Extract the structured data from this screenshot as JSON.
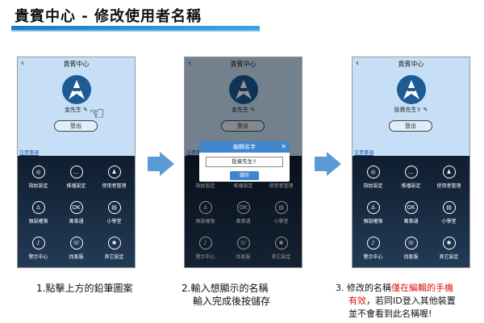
{
  "header": {
    "title": "貴賓中心 - 修改使用者名稱"
  },
  "screens": [
    {
      "title": "貴賓中心",
      "name": "金先生",
      "logout": "登出",
      "notice": "注意事項",
      "menu": [
        "指紋設定",
        "推播設定",
        "使用者管理",
        "預設權限",
        "萬事通",
        "小學堂",
        "警示中心",
        "找客服",
        "其它設定"
      ]
    },
    {
      "title": "貴賓中心",
      "name": "金先生",
      "logout": "登出",
      "notice": "注意事項",
      "dialog": {
        "title": "編輯名字",
        "value": "投資先生✌",
        "save": "儲存"
      },
      "menu": [
        "指紋設定",
        "推播設定",
        "使用者管理",
        "預設權限",
        "萬事通",
        "小學堂",
        "警示中心",
        "找客服",
        "其它設定"
      ]
    },
    {
      "title": "貴賓中心",
      "name": "投資先生✌",
      "logout": "登出",
      "notice": "注意事項",
      "menu": [
        "指紋設定",
        "推播設定",
        "使用者管理",
        "預設權限",
        "萬事通",
        "小學堂",
        "警示中心",
        "找客服",
        "其它設定"
      ]
    }
  ],
  "captions": {
    "step1": "1.點擊上方的鉛筆圖案",
    "step2a": "2.輸入想顯示的名稱",
    "step2b": "輸入完成後按儲存",
    "step3a_pre": "3. 修改的名稱",
    "step3a_red": "僅在編輯的手機",
    "step3b_red": "有效",
    "step3b_post": "，若同ID登入其他裝置",
    "step3c": "並不會看到此名稱喔!"
  }
}
